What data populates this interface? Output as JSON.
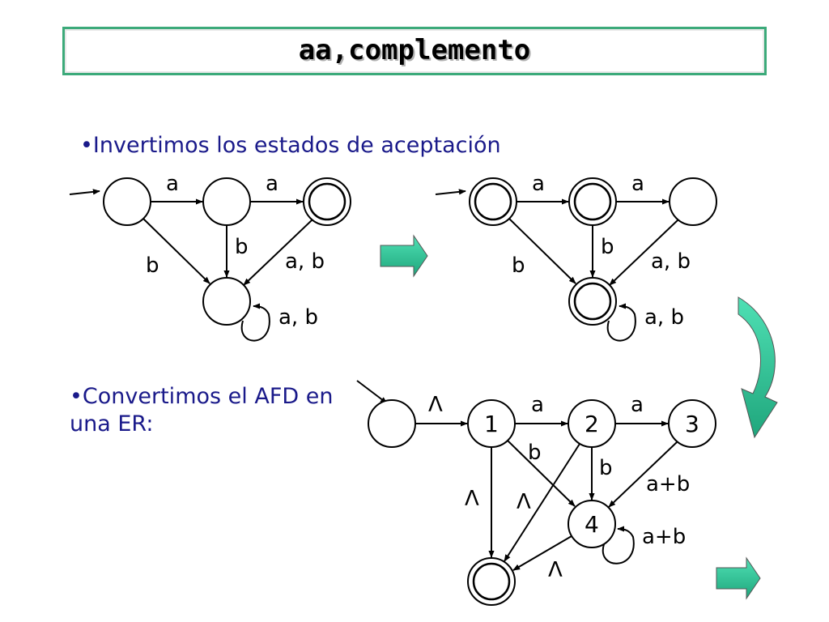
{
  "title": "aa,complemento",
  "bullets": {
    "first": "•Invertimos los estados de aceptación",
    "second": "•Convertimos el AFD en una ER:"
  },
  "automaton_original": {
    "edge_labels": [
      "a",
      "a",
      "b",
      "b",
      "a, b",
      "a, b"
    ]
  },
  "automaton_complement": {
    "edge_labels": [
      "a",
      "a",
      "b",
      "b",
      "a, b",
      "a, b"
    ]
  },
  "automaton_er": {
    "state_labels": [
      "1",
      "2",
      "3",
      "4"
    ],
    "edge_labels": [
      "Λ",
      "a",
      "a",
      "b",
      "b",
      "a+b",
      "a+b",
      "Λ",
      "Λ",
      "Λ"
    ]
  },
  "colors": {
    "title_border": "#3caa7a",
    "arrow_fill": "#2fc79a",
    "bullet_text": "#1a1a8a"
  },
  "icons": [
    "right-arrow-icon",
    "curved-down-arrow-icon"
  ]
}
